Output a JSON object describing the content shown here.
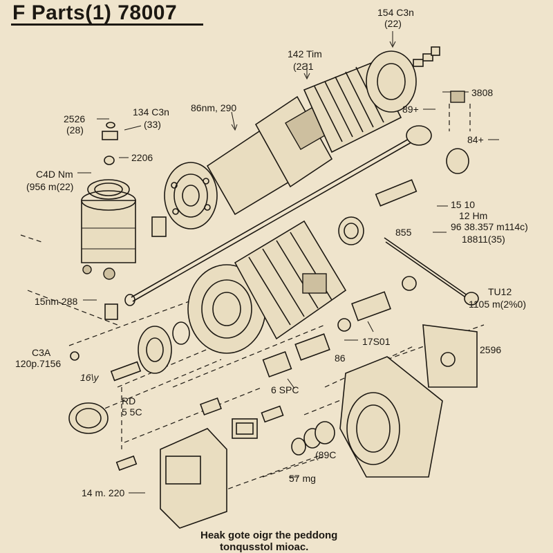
{
  "title": "F Parts(1) 78007",
  "labels": {
    "l1": "154 C3n",
    "l2": "(22)",
    "l3": "142 Tim",
    "l4": "(2Ƨ1",
    "l5": "3808",
    "l6": "89+",
    "l7": "84+",
    "l8": "2526",
    "l9": "(28)",
    "l10": "134 C3n",
    "l11": "(33)",
    "l12": "86nm, 290",
    "l13": "2206",
    "l14": "C4D Nm",
    "l15": "(956 m(22)",
    "l16": "15 10",
    "l17": "12 Hm",
    "l18": "96 38.357 m114c)",
    "l19": "18811(35)",
    "l20": "855",
    "l21": "15nm 288",
    "l22": "TU12",
    "l23": "1105 m(2%0)",
    "l24": "17S01",
    "l25": "2596",
    "l26": "C3A",
    "l27": "120p.7156",
    "l28": "16\\y",
    "l29": "86",
    "l30": "6 SPC",
    "l31": "RD",
    "l32": "5 5C",
    "l33": "(89C",
    "l34": "57 mg",
    "l35": "14 m. 220"
  },
  "caption": {
    "line1": "Heak gote oigr the peddong",
    "line2": "tonqusstol mioac."
  },
  "colors": {
    "paper": "#efe4cc",
    "ink": "#1c1812"
  }
}
